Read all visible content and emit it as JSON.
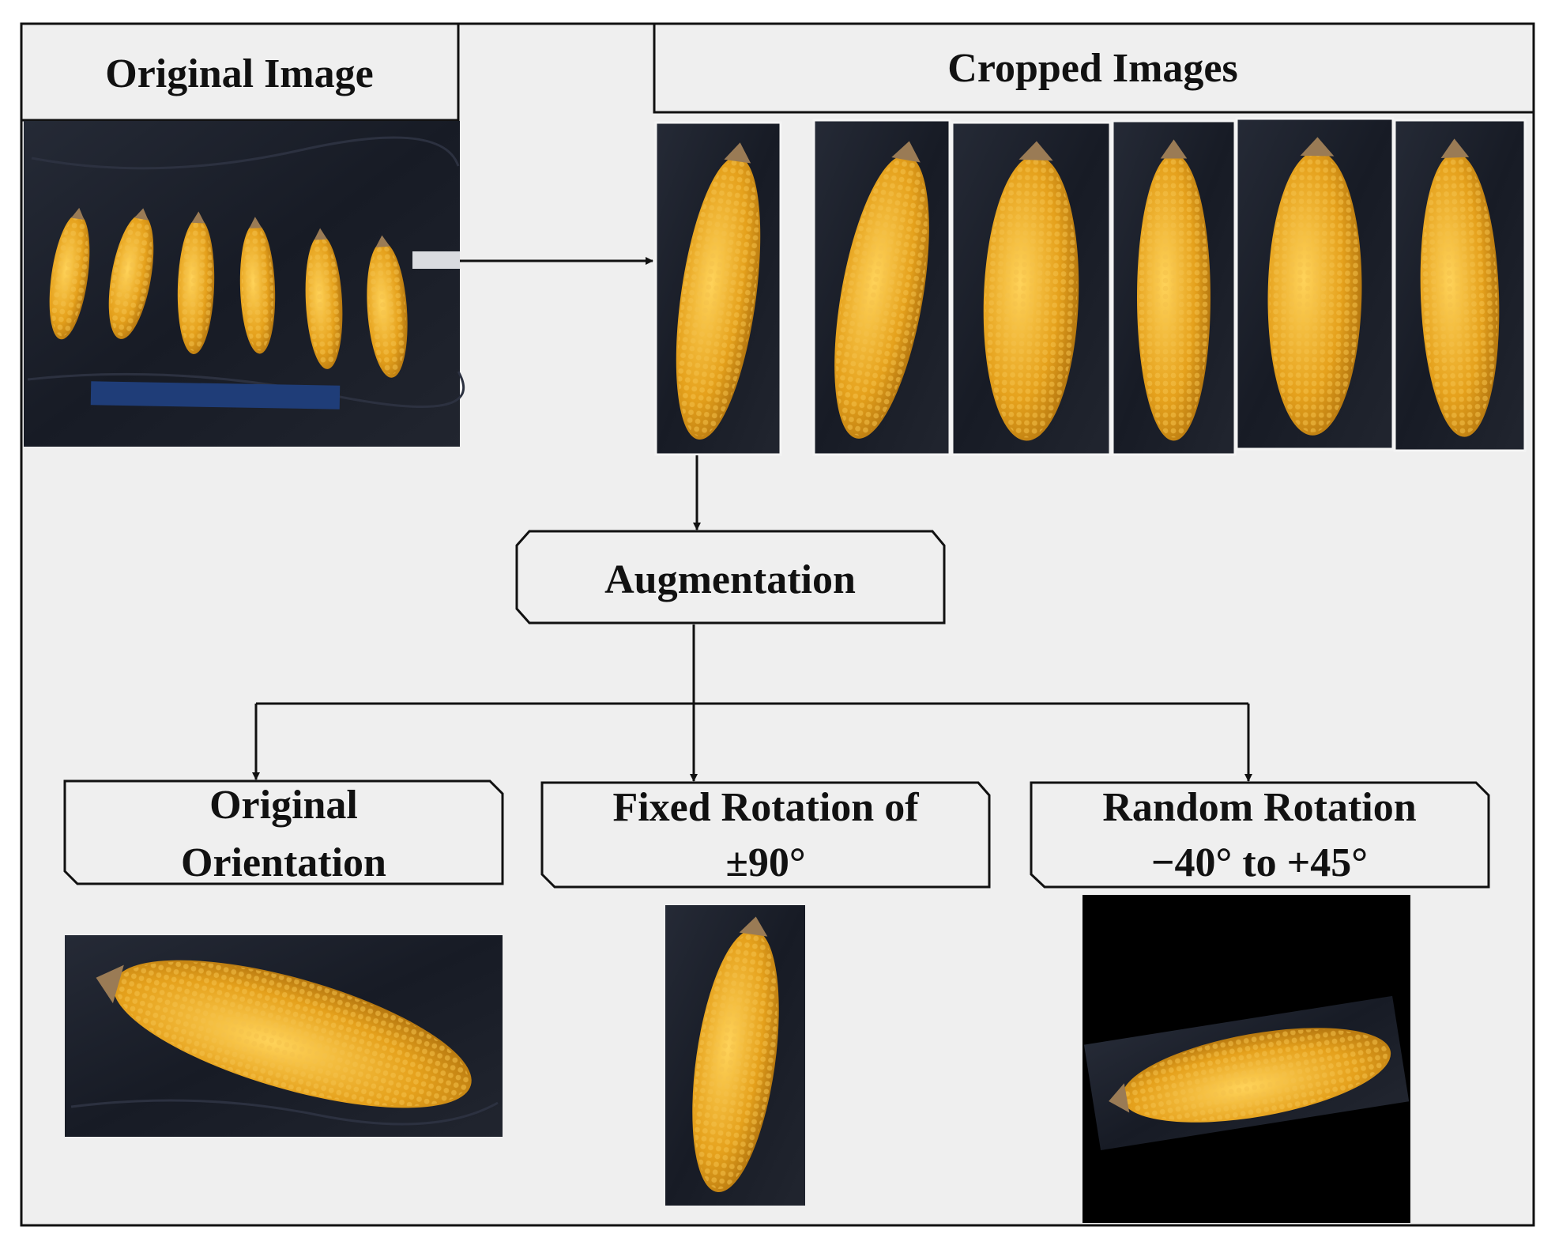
{
  "headers": {
    "original": "Original Image",
    "cropped": "Cropped Images"
  },
  "augmentation": {
    "label": "Augmentation"
  },
  "branches": [
    {
      "line1": "Original",
      "line2": "Orientation"
    },
    {
      "line1": "Fixed Rotation of",
      "line2": "±90°"
    },
    {
      "line1": "Random Rotation",
      "line2": "−40° to +45°"
    }
  ],
  "photos": {
    "original_cob_count": 6,
    "cropped_count": 6
  },
  "colors": {
    "panel_bg": "#efefef",
    "cloth": "#1b1f2b",
    "corn": "#e5a11c",
    "corn_dark": "#b5720c",
    "husk": "#9a7b55",
    "ruler": "#1f3d78",
    "stroke": "#111111"
  }
}
